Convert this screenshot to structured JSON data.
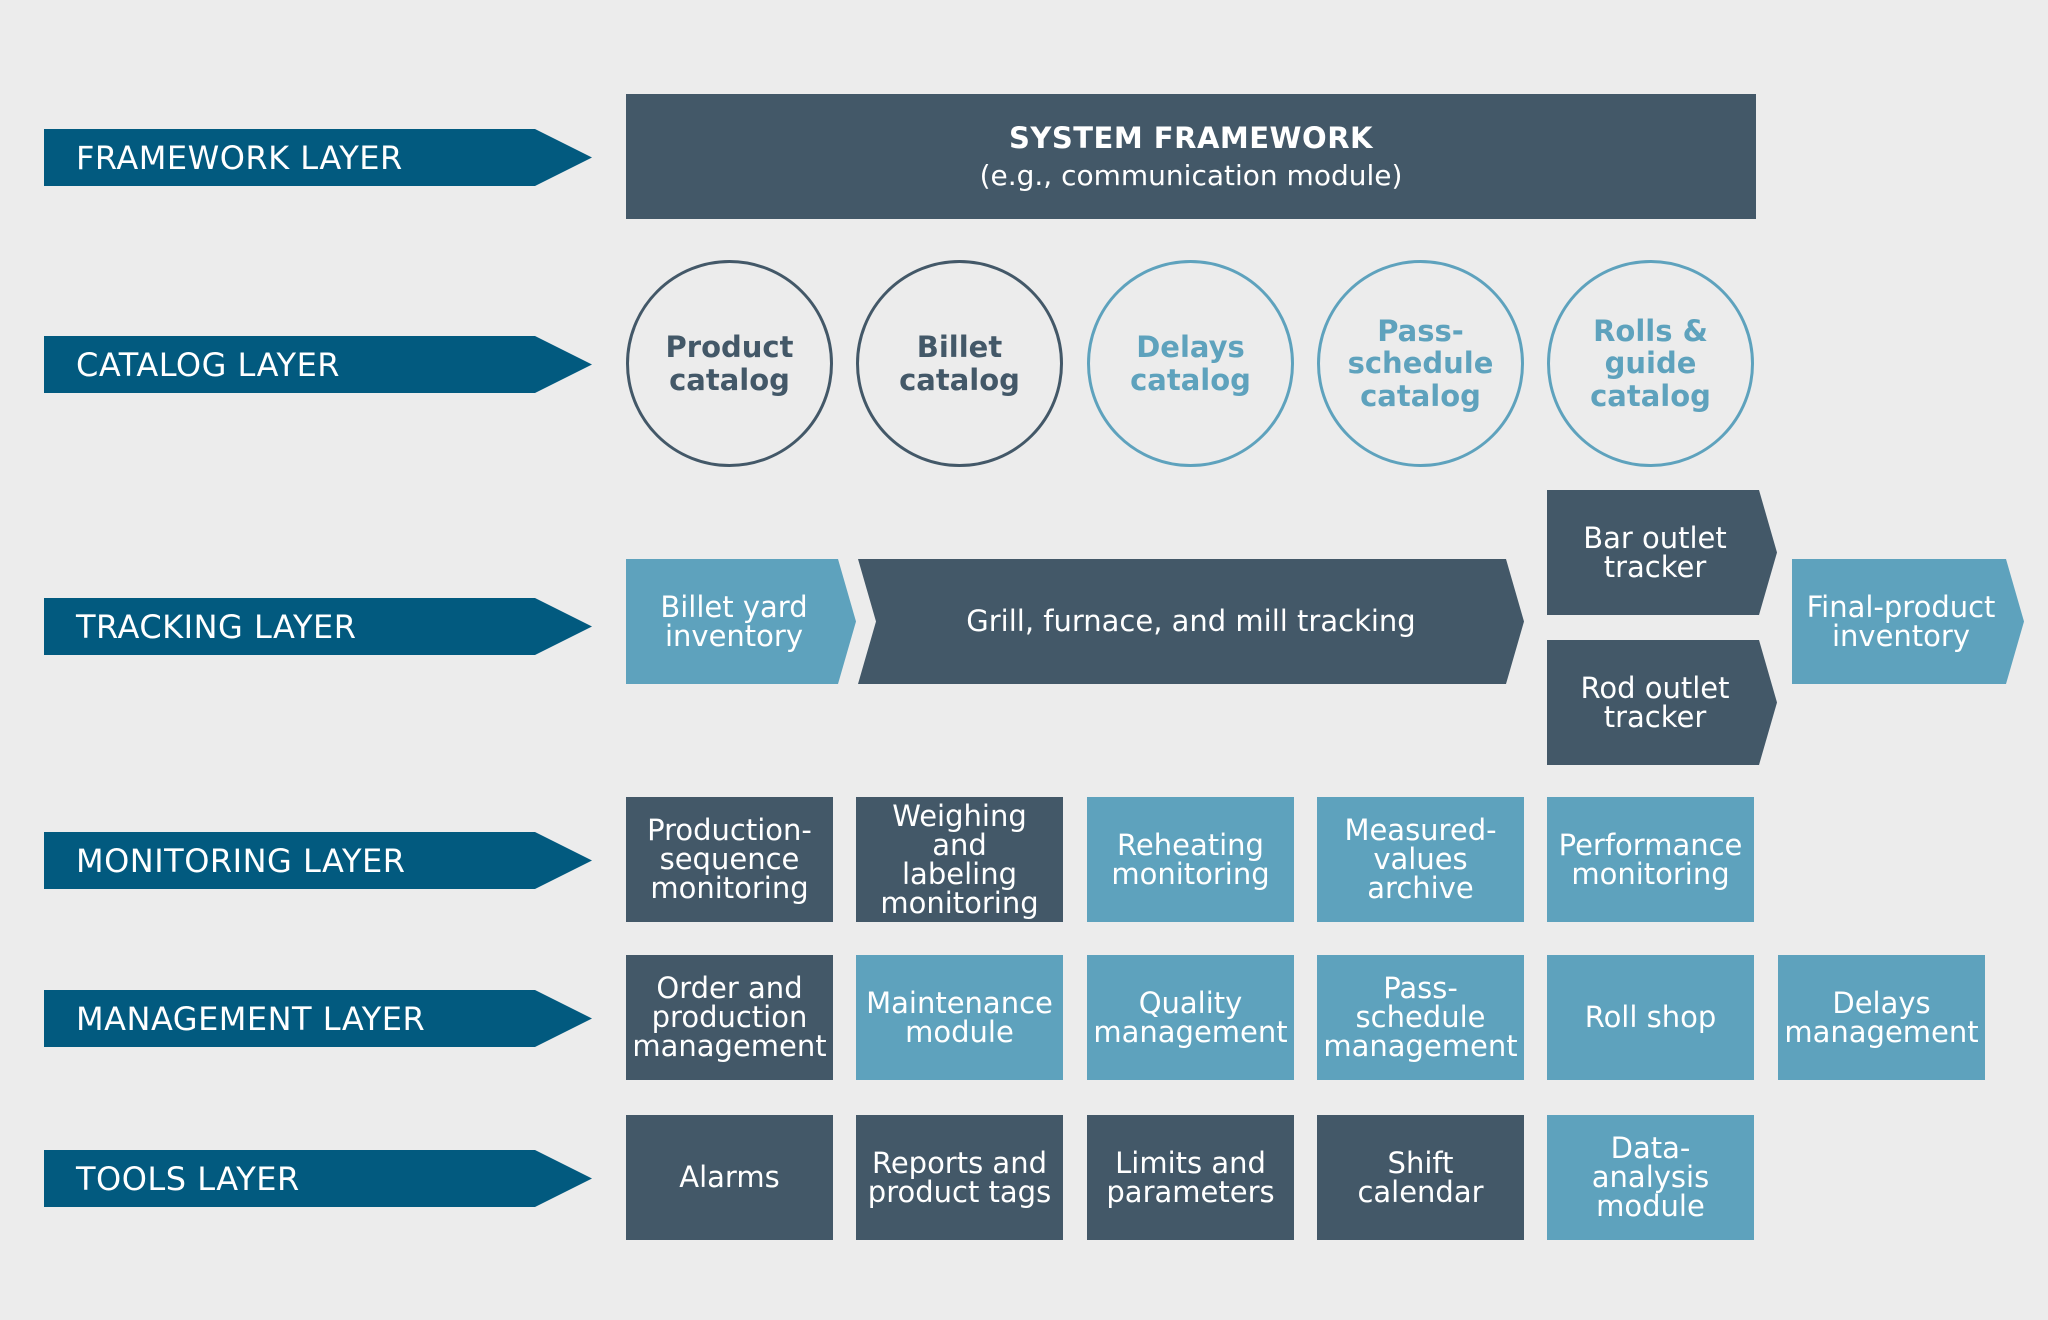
{
  "layers": {
    "framework": "FRAMEWORK LAYER",
    "catalog": "CATALOG LAYER",
    "tracking": "TRACKING LAYER",
    "monitoring": "MONITORING LAYER",
    "management": "MANAGEMENT LAYER",
    "tools": "TOOLS LAYER"
  },
  "framework": {
    "title": "SYSTEM FRAMEWORK",
    "subtitle": "(e.g., communication module)"
  },
  "catalog": {
    "product": "Product\ncatalog",
    "billet": "Billet\ncatalog",
    "delays": "Delays\ncatalog",
    "pass_schedule": "Pass-\nschedule\ncatalog",
    "rolls_guide": "Rolls &\nguide\ncatalog"
  },
  "tracking": {
    "billet_yard": "Billet yard\ninventory",
    "grill": "Grill, furnace, and mill tracking",
    "bar_outlet": "Bar outlet\ntracker",
    "rod_outlet": "Rod outlet\ntracker",
    "final_product": "Final-product\ninventory"
  },
  "monitoring": {
    "production_sequence": "Production-\nsequence\nmonitoring",
    "weighing": "Weighing and\nlabeling\nmonitoring",
    "reheating": "Reheating\nmonitoring",
    "measured_values": "Measured-\nvalues\narchive",
    "performance": "Performance\nmonitoring"
  },
  "management": {
    "order_production": "Order and\nproduction\nmanagement",
    "maintenance": "Maintenance\nmodule",
    "quality": "Quality\nmanagement",
    "pass_schedule": "Pass-\nschedule\nmanagement",
    "roll_shop": "Roll shop",
    "delays": "Delays\nmanagement"
  },
  "tools": {
    "alarms": "Alarms",
    "reports": "Reports and\nproduct tags",
    "limits": "Limits and\nparameters",
    "shift": "Shift\ncalendar",
    "data_analysis": "Data-analysis\nmodule"
  },
  "colors": {
    "label_blue": "#025a7f",
    "dark_slate": "#435868",
    "light_blue": "#5ea2bd",
    "background": "#ececec"
  }
}
